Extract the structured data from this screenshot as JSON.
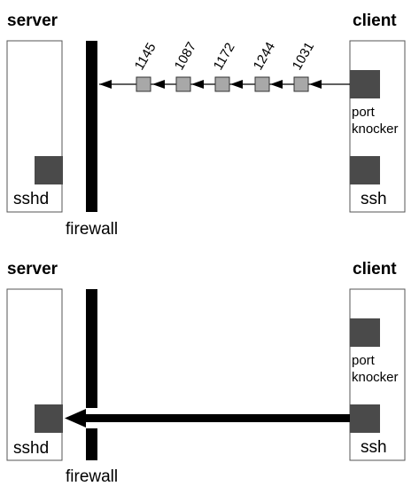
{
  "colors": {
    "firewall": "#000000",
    "service_block": "#4a4a4a",
    "packet_block": "#a8a8a8"
  },
  "top": {
    "server_title": "server",
    "client_title": "client",
    "firewall_label": "firewall",
    "server_service_label": "sshd",
    "knocker_label_line1": "port",
    "knocker_label_line2": "knocker",
    "client_service_label": "ssh",
    "knock_ports": [
      "1145",
      "1087",
      "1172",
      "1244",
      "1031"
    ]
  },
  "bottom": {
    "server_title": "server",
    "client_title": "client",
    "firewall_label": "firewall",
    "server_service_label": "sshd",
    "knocker_label_line1": "port",
    "knocker_label_line2": "knocker",
    "client_service_label": "ssh"
  }
}
